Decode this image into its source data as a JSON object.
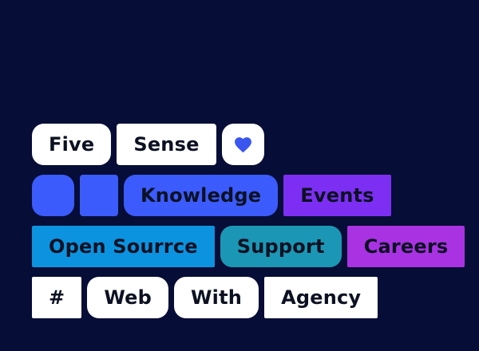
{
  "canvas": {
    "background": "#060d36"
  },
  "colors": {
    "accent_blue": "#3b5bfd",
    "heart_blue": "#3b55ef",
    "violet": "#7c2ff2",
    "azure": "#0c93e0",
    "teal": "#1b97b5",
    "magenta": "#a932e2",
    "chip_white": "#ffffff",
    "text_dark": "#0c1122"
  },
  "rows": [
    {
      "name": "row-1",
      "items": [
        {
          "type": "tag",
          "label": "Five",
          "bg": "#ffffff",
          "text": "#0c1122",
          "shape": "rounded"
        },
        {
          "type": "tag",
          "label": "Sense",
          "bg": "#ffffff",
          "text": "#0c1122",
          "shape": "slight"
        },
        {
          "type": "icon",
          "icon": "heart-icon",
          "bg": "#ffffff",
          "icon_color": "#3b55ef",
          "shape": "rounded"
        }
      ]
    },
    {
      "name": "row-2",
      "items": [
        {
          "type": "swatch",
          "bg": "#3b5bfd",
          "shape": "rounded"
        },
        {
          "type": "swatch",
          "bg": "#3b5bfd",
          "shape": "slight"
        },
        {
          "type": "tag",
          "label": "Knowledge",
          "bg": "#3b5bfd",
          "text": "#0c1122",
          "shape": "rounded"
        },
        {
          "type": "tag",
          "label": "Events",
          "bg": "#7c2ff2",
          "text": "#0c1122",
          "shape": "sharp"
        }
      ]
    },
    {
      "name": "row-3",
      "items": [
        {
          "type": "tag",
          "label": "Open Sourrce",
          "bg": "#0c93e0",
          "text": "#0c1122",
          "shape": "sharp"
        },
        {
          "type": "tag",
          "label": "Support",
          "bg": "#1b97b5",
          "text": "#0c1122",
          "shape": "rounded"
        },
        {
          "type": "tag",
          "label": "Careers",
          "bg": "#a932e2",
          "text": "#0c1122",
          "shape": "sharp"
        }
      ]
    },
    {
      "name": "row-4",
      "items": [
        {
          "type": "tag",
          "label": "#",
          "bg": "#ffffff",
          "text": "#0c1122",
          "shape": "sharp"
        },
        {
          "type": "tag",
          "label": "Web",
          "bg": "#ffffff",
          "text": "#0c1122",
          "shape": "rounded"
        },
        {
          "type": "tag",
          "label": "With",
          "bg": "#ffffff",
          "text": "#0c1122",
          "shape": "rounded"
        },
        {
          "type": "tag",
          "label": "Agency",
          "bg": "#ffffff",
          "text": "#0c1122",
          "shape": "sharp"
        }
      ]
    }
  ]
}
